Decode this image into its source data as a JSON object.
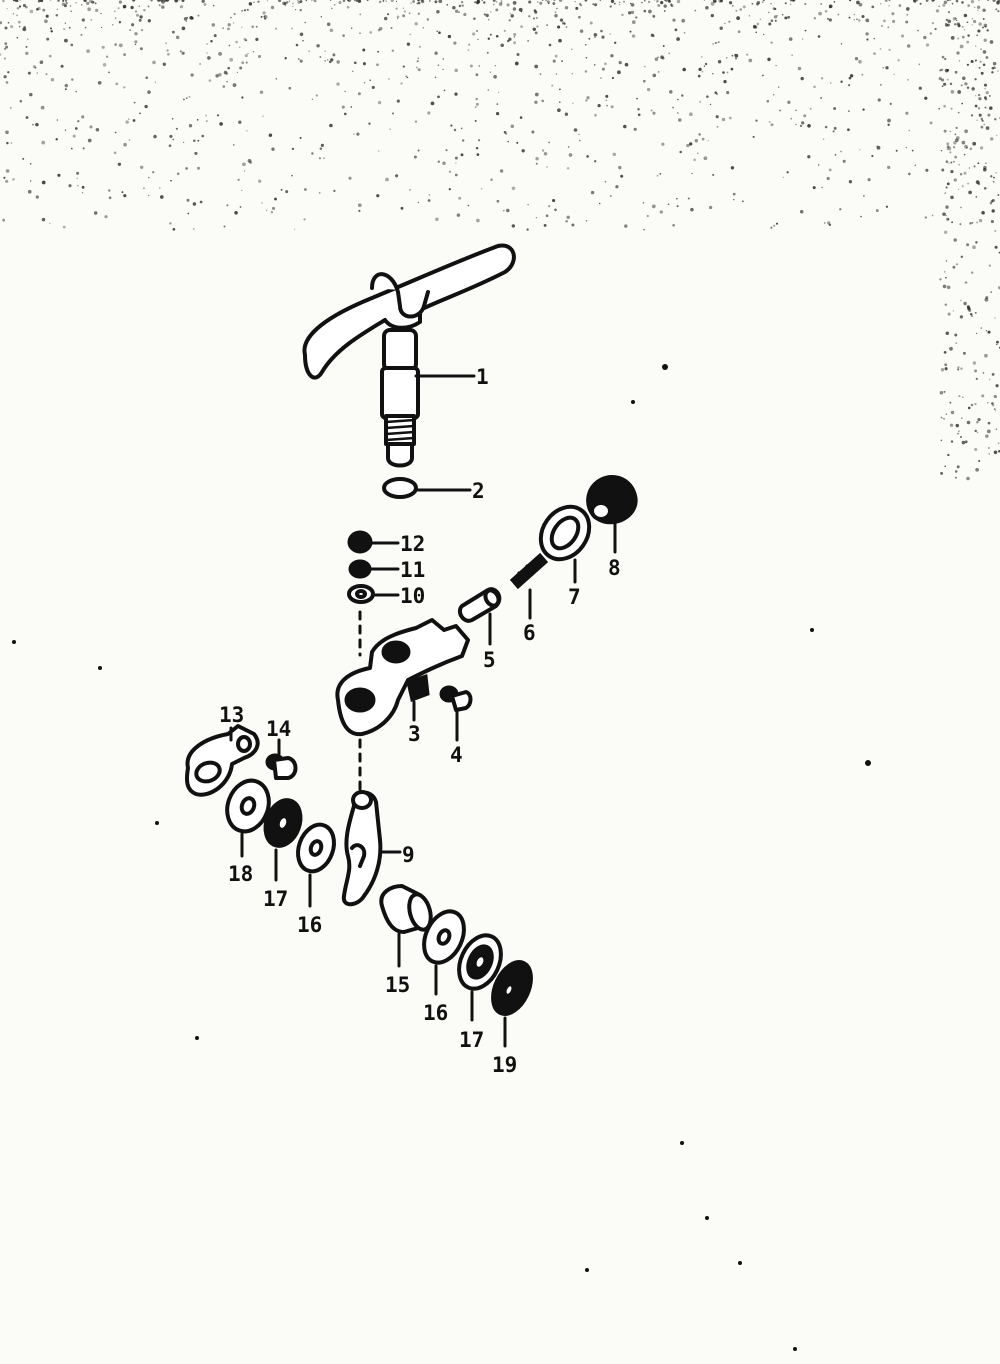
{
  "diagram": {
    "labels": {
      "p1": "1",
      "p2": "2",
      "p3": "3",
      "p4": "4",
      "p5": "5",
      "p6": "6",
      "p7": "7",
      "p8": "8",
      "p9": "9",
      "p10": "10",
      "p11": "11",
      "p12": "12",
      "p13": "13",
      "p14": "14",
      "p15": "15",
      "p16a": "16",
      "p16b": "16",
      "p17a": "17",
      "p17b": "17",
      "p18": "18",
      "p19": "19"
    }
  }
}
